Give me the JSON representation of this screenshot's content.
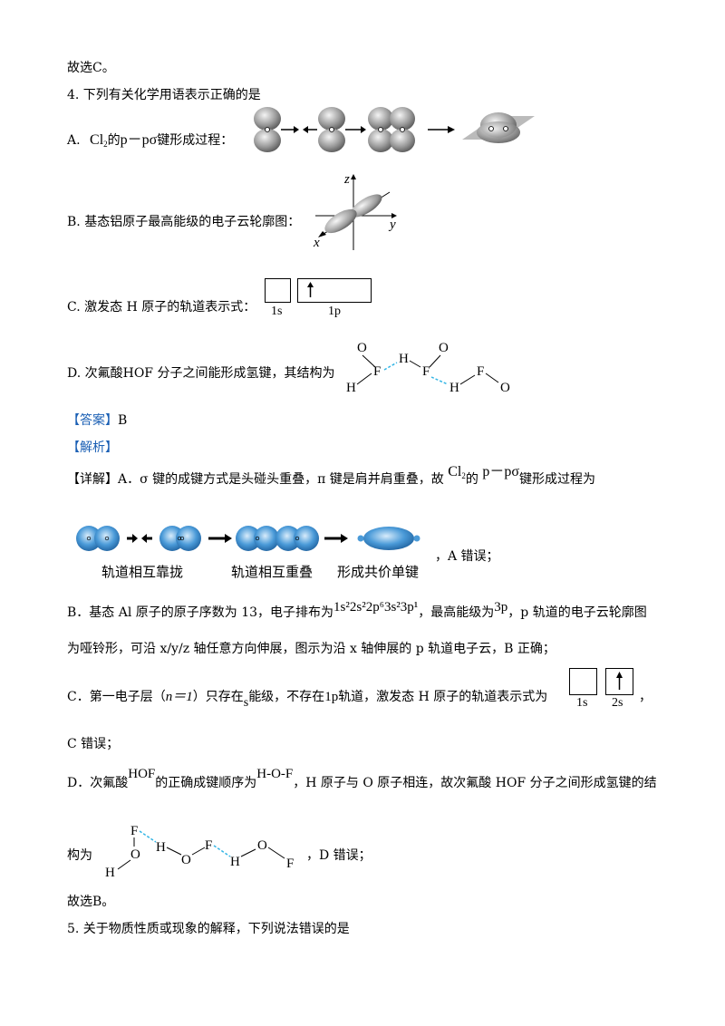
{
  "top": {
    "conclusion_c": "故选C。"
  },
  "q4": {
    "stem": "4. 下列有关化学用语表示正确的是",
    "a_prefix": "A.",
    "a_cl": "Cl",
    "a_cl_sub": "2",
    "a_de": "的",
    "a_pp": "p－pσ",
    "a_suffix": "键形成过程：",
    "b_text": "B. 基态铝原子最高能级的电子云轮廓图：",
    "b_axis_z": "z",
    "b_axis_y": "y",
    "b_axis_x": "x",
    "c_text": "C. 激发态 H 原子的轨道表示式：",
    "c_label_1s": "1s",
    "c_label_1p": "1p",
    "d_text": "D. 次氟酸HOF 分子之间能形成氢键，其结构为"
  },
  "answer": {
    "label": "【答案】",
    "value": "B"
  },
  "analysis": {
    "label": "【解析】"
  },
  "detail": {
    "a_line": "【详解】A．σ 键的成键方式是头碰头重叠，π 键是肩并肩重叠，故",
    "a_cl": "Cl",
    "a_cl_sub": "2",
    "a_de": "的",
    "a_pp": "p－pσ",
    "a_end": "键形成过程为",
    "fig_caption_1": "轨道相互靠拢",
    "fig_caption_2": "轨道相互重叠",
    "fig_caption_3": "形成共价单键",
    "a_wrong": "，A 错误；",
    "b_line1_start": "B．基态 Al 原子的原子序数为 13，电子排布为",
    "b_config": "1s²2s²2p⁶3s²3p¹",
    "b_line1_mid": "，最高能级为",
    "b_level": "3p",
    "b_line1_end": "，p 轨道的电子云轮廓图",
    "b_line2": "为哑铃形，可沿 x/y/z 轴任意方向伸展，图示为沿 x 轴伸展的 p 轨道电子云，B 正确；",
    "c_line_start": "C．第一电子层（",
    "c_n": "n＝1",
    "c_line_mid1": "）只存在",
    "c_s": "s",
    "c_line_mid2": "能级，不存在",
    "c_1p": "1p",
    "c_line_end": "轨道，激发态 H 原子的轨道表示式为",
    "c_label_1s": "1s",
    "c_label_2s": "2s",
    "c_comma": "，",
    "c_wrong": "C 错误；",
    "d_line_start": "D．次氟酸",
    "d_hof": "HOF",
    "d_line_mid": "的正确成键顺序为",
    "d_order": "H-O-F",
    "d_line_end": "，H 原子与 O 原子相连，故次氟酸 HOF 分子之间形成氢键的结",
    "d_line2": "构为",
    "d_wrong": "，D 错误；"
  },
  "bottom": {
    "conclusion_b": "故选B。",
    "q5_stem": "5. 关于物质性质或现象的解释，下列说法错误的是"
  },
  "colors": {
    "hbond": "#33b5e5",
    "orbital_blue": "#2f80c8",
    "orbital_gray": "#8a8a8a"
  }
}
